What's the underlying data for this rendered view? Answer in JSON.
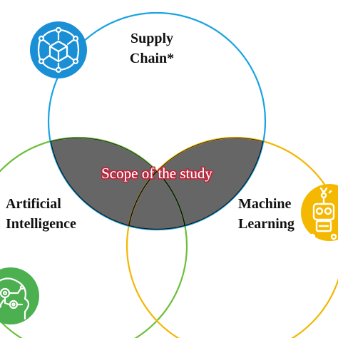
{
  "sets": {
    "supply_chain": {
      "label_line1": "Supply",
      "label_line2": "Chain*",
      "color": "#1aa3e0"
    },
    "artificial_intelligence": {
      "label_line1": "Artificial",
      "label_line2": "Intelligence",
      "color": "#6cbf3a"
    },
    "machine_learning": {
      "label_line1": "Machine",
      "label_line2": "Learning",
      "color": "#f2b705"
    }
  },
  "scope": {
    "label": "Scope of the study",
    "fill_color": "#666666",
    "outline_color": "#c0203a"
  },
  "icons": {
    "supply_chain": {
      "name": "network-box-icon",
      "color": "#1b8fd6"
    },
    "machine_learning": {
      "name": "robot-icon",
      "color": "#f5b800"
    },
    "artificial_intelligence": {
      "name": "ai-brain-icon",
      "color": "#4caf50"
    }
  }
}
